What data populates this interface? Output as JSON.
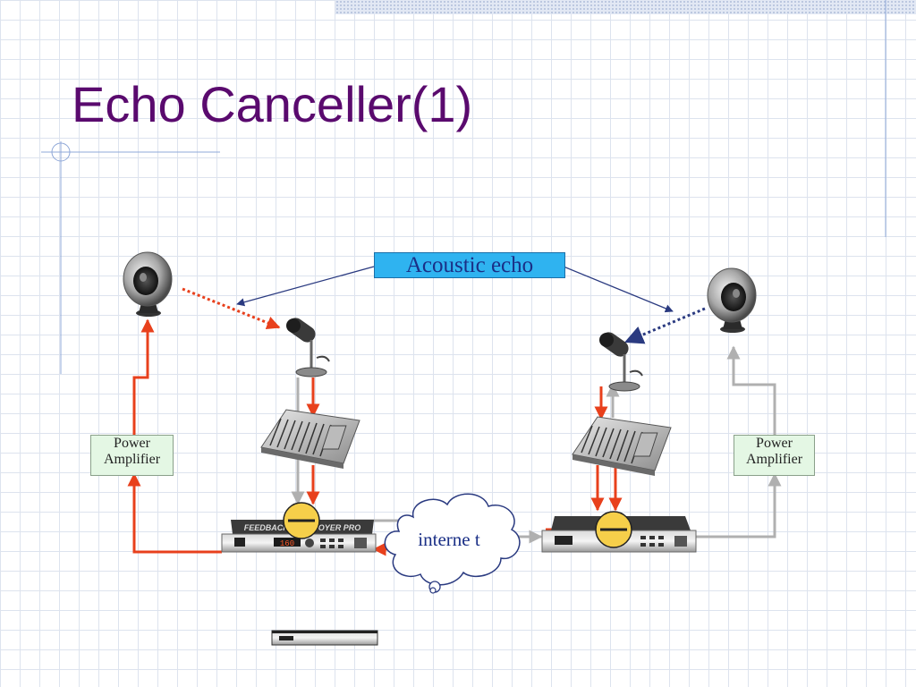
{
  "title": "Echo Canceller(1)",
  "labels": {
    "acoustic_echo": "Acoustic echo",
    "power_amplifier_left": "Power Amplifier",
    "power_amplifier_right": "Power Amplifier",
    "internet": "interne t"
  },
  "colors": {
    "title": "#5a0a6e",
    "signal_red": "#e8401c",
    "signal_gray": "#b0b0b0",
    "echo_arrow": "#2a3a80",
    "acoustic_box_fill": "#2fb3f0",
    "amplifier_box_fill": "#e4f7e4",
    "subtractor_fill": "#f6cf4a"
  },
  "icons": {
    "speaker": "speaker-icon",
    "microphone": "microphone-icon",
    "mixer": "mixer-icon",
    "feedback_processor": "feedback-processor-icon",
    "internet_cloud": "cloud-icon",
    "subtractor": "minus-icon"
  },
  "device_text": {
    "processor_brand": "FEEDBACK DESTROYER PRO",
    "processor_display": "160"
  }
}
